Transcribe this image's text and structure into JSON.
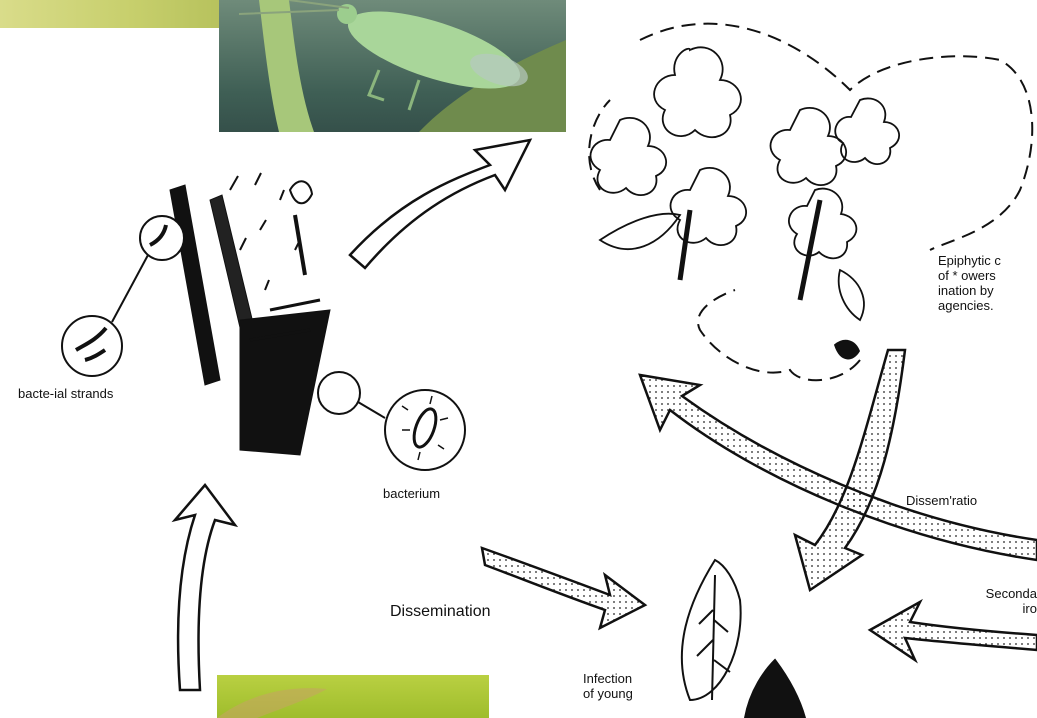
{
  "labels": {
    "bacterial_strands": "bacte-ial strands",
    "bacterium": "bacterium",
    "dissemination": "Dissemination",
    "dissemination_right": "Dissem'ratio",
    "epiphytic": "Epiphytic c\nof * owers\nination by\nagencies.",
    "secondary": "Seconda\niro",
    "infection": "Infection\nof young"
  },
  "colors": {
    "photo_leaf_top": "#c7cf6c",
    "photo_insect_bg": "#3f5f55",
    "insect": "#a9d69a",
    "photo_bottom": "#a8c433",
    "ink": "#111111"
  }
}
